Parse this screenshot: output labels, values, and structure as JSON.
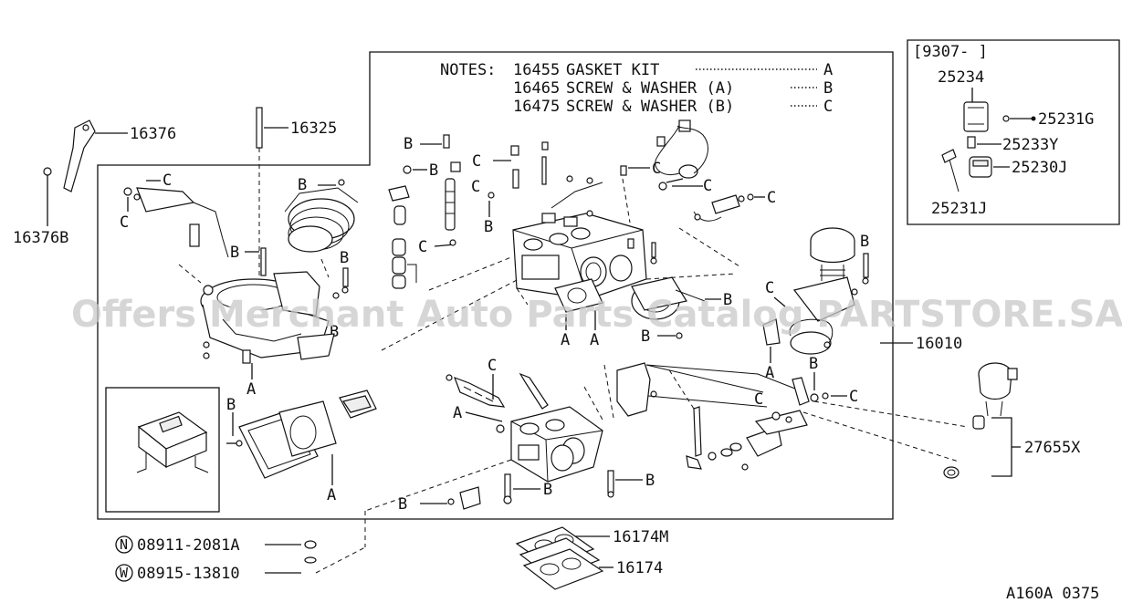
{
  "notes": {
    "heading": "NOTES:",
    "rows": [
      {
        "code": "16455",
        "text": "GASKET KIT",
        "key": "A"
      },
      {
        "code": "16465",
        "text": "SCREW & WASHER (A)",
        "key": "B"
      },
      {
        "code": "16475",
        "text": "SCREW & WASHER (B)",
        "key": "C"
      }
    ]
  },
  "inset": {
    "period": "[9307-    ]",
    "parts": [
      "25234",
      "25231G",
      "25233Y",
      "25230J",
      "25231J"
    ]
  },
  "callouts": {
    "p16376": "16376",
    "p16376b": "16376B",
    "p16325": "16325",
    "p16010": "16010",
    "p27655x": "27655X",
    "p16174m": "16174M",
    "p16174": "16174"
  },
  "hardware": [
    {
      "symbol": "N",
      "code": "08911-2081A"
    },
    {
      "symbol": "W",
      "code": "08915-13810"
    }
  ],
  "letters": {
    "a": "A",
    "b": "B",
    "c": "C"
  },
  "watermark": "Offers Merchant Auto Parts Catalog PARTSTORE.SA",
  "drawing_code": "A160A 0375"
}
